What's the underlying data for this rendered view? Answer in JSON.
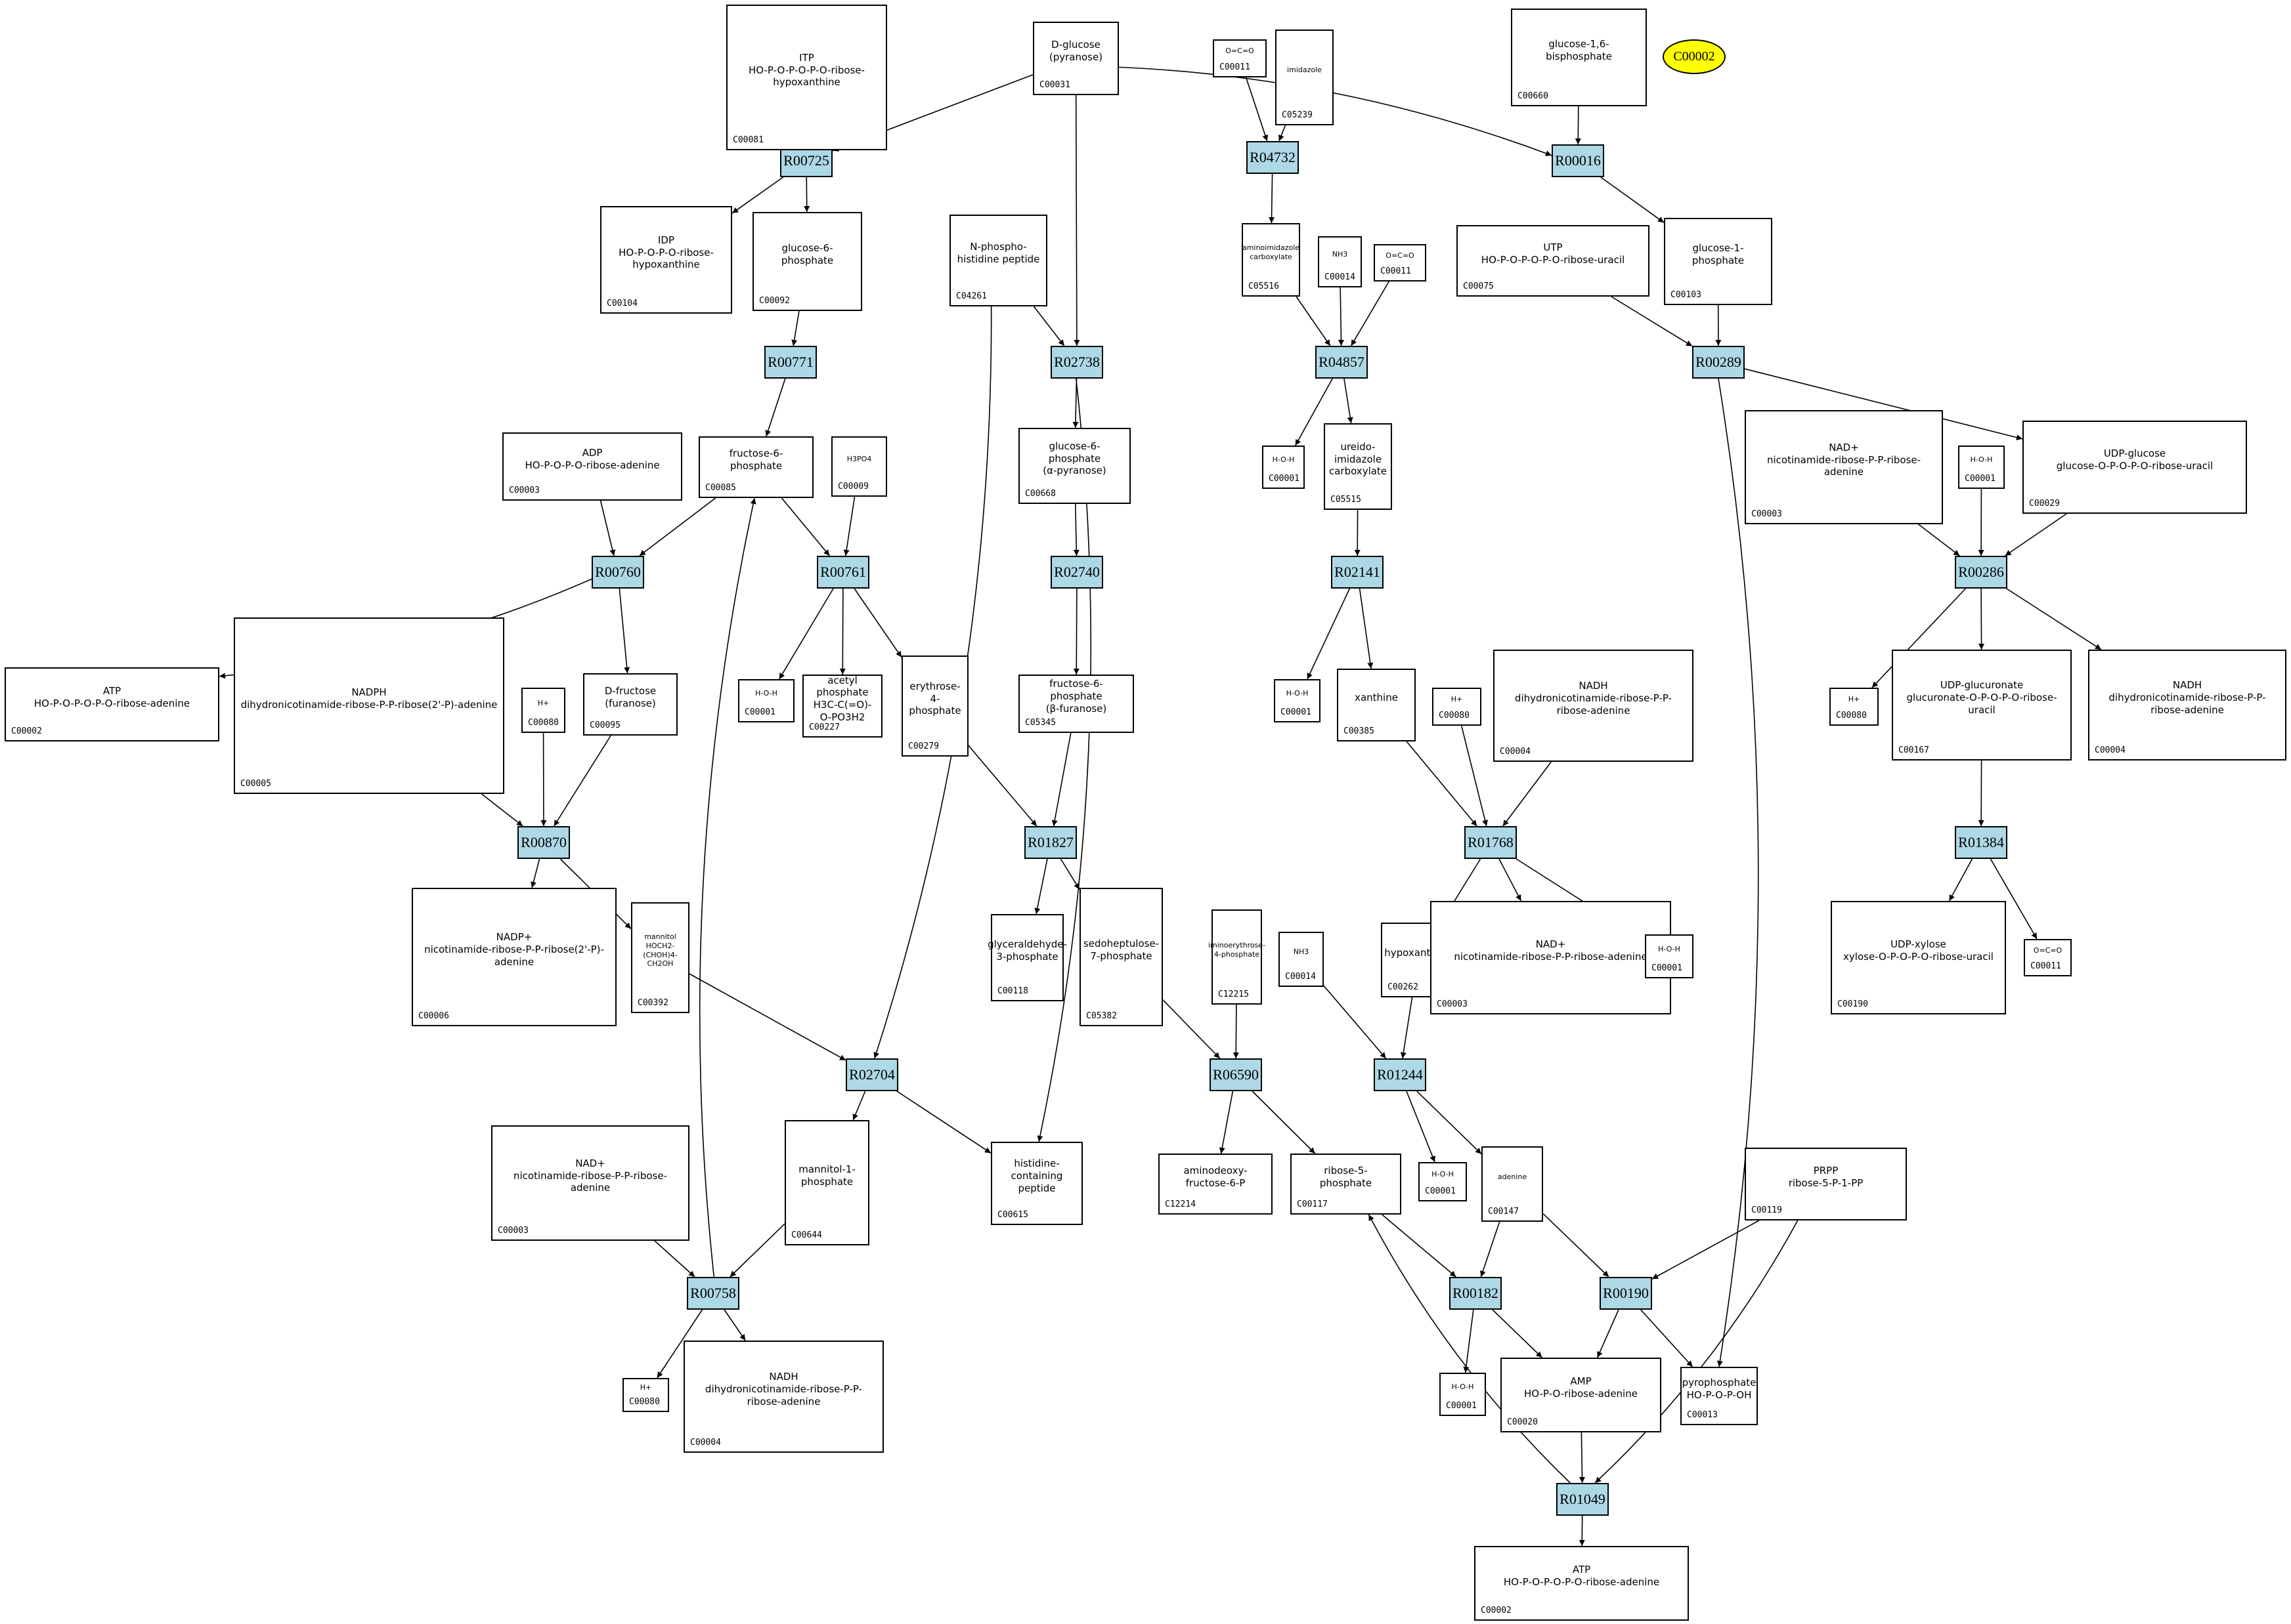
{
  "diagram": {
    "type": "metabolic-pathway-graph",
    "highlighted_compound": {
      "id": "C00002",
      "color": "#ffff00"
    },
    "reaction_color": "#add8e6",
    "reactions": [
      {
        "key": "R00725",
        "label": "R00725"
      },
      {
        "key": "R04732",
        "label": "R04732"
      },
      {
        "key": "R00016",
        "label": "R00016"
      },
      {
        "key": "R00771",
        "label": "R00771"
      },
      {
        "key": "R02738",
        "label": "R02738"
      },
      {
        "key": "R04857",
        "label": "R04857"
      },
      {
        "key": "R00289",
        "label": "R00289"
      },
      {
        "key": "R00760",
        "label": "R00760"
      },
      {
        "key": "R00761",
        "label": "R00761"
      },
      {
        "key": "R02740",
        "label": "R02740"
      },
      {
        "key": "R02141",
        "label": "R02141"
      },
      {
        "key": "R00286",
        "label": "R00286"
      },
      {
        "key": "R00870",
        "label": "R00870"
      },
      {
        "key": "R01827",
        "label": "R01827"
      },
      {
        "key": "R01768",
        "label": "R01768"
      },
      {
        "key": "R01384",
        "label": "R01384"
      },
      {
        "key": "R02704",
        "label": "R02704"
      },
      {
        "key": "R06590",
        "label": "R06590"
      },
      {
        "key": "R01244",
        "label": "R01244"
      },
      {
        "key": "R00758",
        "label": "R00758"
      },
      {
        "key": "R00182",
        "label": "R00182"
      },
      {
        "key": "R00190",
        "label": "R00190"
      },
      {
        "key": "R01049",
        "label": "R01049"
      }
    ],
    "compounds": [
      {
        "key": "c00081",
        "id": "C00081",
        "structure": "ITP\nHO-P-O-P-O-P-O-ribose-hypoxanthine"
      },
      {
        "key": "c00031",
        "id": "C00031",
        "structure": "D-glucose\n(pyranose)"
      },
      {
        "key": "c00011a",
        "id": "C00011",
        "structure": "O=C=O"
      },
      {
        "key": "c05239",
        "id": "C05239",
        "structure": "imidazole"
      },
      {
        "key": "c00660",
        "id": "C00660",
        "structure": "glucose-1,6-\nbisphosphate"
      },
      {
        "key": "c00104",
        "id": "C00104",
        "structure": "IDP\nHO-P-O-P-O-ribose-hypoxanthine"
      },
      {
        "key": "c00092",
        "id": "C00092",
        "structure": "glucose-6-\nphosphate"
      },
      {
        "key": "c04261",
        "id": "C04261",
        "structure": "N-phospho-\nhistidine peptide"
      },
      {
        "key": "c05516",
        "id": "C05516",
        "structure": "aminoimidazole\ncarboxylate"
      },
      {
        "key": "c00014a",
        "id": "C00014",
        "structure": "NH3"
      },
      {
        "key": "c00011b",
        "id": "C00011",
        "structure": "O=C=O"
      },
      {
        "key": "c00075",
        "id": "C00075",
        "structure": "UTP\nHO-P-O-P-O-P-O-ribose-uracil"
      },
      {
        "key": "c00103",
        "id": "C00103",
        "structure": "glucose-1-\nphosphate"
      },
      {
        "key": "c00003a",
        "id": "C00003",
        "structure": "ADP\nHO-P-O-P-O-ribose-adenine"
      },
      {
        "key": "c00085",
        "id": "C00085",
        "structure": "fructose-6-\nphosphate"
      },
      {
        "key": "c00009",
        "id": "C00009",
        "structure": "H3PO4"
      },
      {
        "key": "c00668",
        "id": "C00668",
        "structure": "glucose-6-phosphate\n(α-pyranose)"
      },
      {
        "key": "c00001a",
        "id": "C00001",
        "structure": "H-O-H"
      },
      {
        "key": "c05515",
        "id": "C05515",
        "structure": "ureido-imidazole\ncarboxylate"
      },
      {
        "key": "c00003b",
        "id": "C00003",
        "structure": "NAD+\nnicotinamide-ribose-P-P-ribose-adenine"
      },
      {
        "key": "c00001b",
        "id": "C00001",
        "structure": "H-O-H"
      },
      {
        "key": "c00029",
        "id": "C00029",
        "structure": "UDP-glucose\nglucose-O-P-O-P-O-ribose-uracil"
      },
      {
        "key": "c00002a",
        "id": "C00002",
        "structure": "ATP\nHO-P-O-P-O-P-O-ribose-adenine"
      },
      {
        "key": "c00005",
        "id": "C00005",
        "structure": "NADPH\ndihydronicotinamide-ribose-P-P-ribose(2'-P)-adenine"
      },
      {
        "key": "c00080a",
        "id": "C00080",
        "structure": "H+"
      },
      {
        "key": "c00095",
        "id": "C00095",
        "structure": "D-fructose\n(furanose)"
      },
      {
        "key": "c00001c",
        "id": "C00001",
        "structure": "H-O-H"
      },
      {
        "key": "c00227",
        "id": "C00227",
        "structure": "acetyl phosphate\nH3C-C(=O)-O-PO3H2"
      },
      {
        "key": "c00279",
        "id": "C00279",
        "structure": "erythrose-4-\nphosphate"
      },
      {
        "key": "c05345",
        "id": "C05345",
        "structure": "fructose-6-phosphate\n(β-furanose)"
      },
      {
        "key": "c00001d",
        "id": "C00001",
        "structure": "H-O-H"
      },
      {
        "key": "c00385",
        "id": "C00385",
        "structure": "xanthine"
      },
      {
        "key": "c00080b",
        "id": "C00080",
        "structure": "H+"
      },
      {
        "key": "c00004a",
        "id": "C00004",
        "structure": "NADH\ndihydronicotinamide-ribose-P-P-ribose-adenine"
      },
      {
        "key": "c00080c",
        "id": "C00080",
        "structure": "H+"
      },
      {
        "key": "c00167",
        "id": "C00167",
        "structure": "UDP-glucuronate\nglucuronate-O-P-O-P-O-ribose-uracil"
      },
      {
        "key": "c00004b",
        "id": "C00004",
        "structure": "NADH\ndihydronicotinamide-ribose-P-P-ribose-adenine"
      },
      {
        "key": "c00006",
        "id": "C00006",
        "structure": "NADP+\nnicotinamide-ribose-P-P-ribose(2'-P)-adenine"
      },
      {
        "key": "c00392",
        "id": "C00392",
        "structure": "mannitol\nHOCH2-(CHOH)4-CH2OH"
      },
      {
        "key": "c00118",
        "id": "C00118",
        "structure": "glyceraldehyde-\n3-phosphate"
      },
      {
        "key": "c05382",
        "id": "C05382",
        "structure": "sedoheptulose-\n7-phosphate"
      },
      {
        "key": "c12215",
        "id": "C12215",
        "structure": "iminoerythrose-\n4-phosphate"
      },
      {
        "key": "c00014b",
        "id": "C00014",
        "structure": "NH3"
      },
      {
        "key": "c00262",
        "id": "C00262",
        "structure": "hypoxanthine"
      },
      {
        "key": "c00003c",
        "id": "C00003",
        "structure": "NAD+\nnicotinamide-ribose-P-P-ribose-adenine"
      },
      {
        "key": "c00001e",
        "id": "C00001",
        "structure": "H-O-H"
      },
      {
        "key": "c00190",
        "id": "C00190",
        "structure": "UDP-xylose\nxylose-O-P-O-P-O-ribose-uracil"
      },
      {
        "key": "c00011c",
        "id": "C00011",
        "structure": "O=C=O"
      },
      {
        "key": "c00003d",
        "id": "C00003",
        "structure": "NAD+\nnicotinamide-ribose-P-P-ribose-adenine"
      },
      {
        "key": "c00644",
        "id": "C00644",
        "structure": "mannitol-1-\nphosphate"
      },
      {
        "key": "c00615",
        "id": "C00615",
        "structure": "histidine-\ncontaining peptide"
      },
      {
        "key": "c12214",
        "id": "C12214",
        "structure": "aminodeoxy-\nfructose-6-P"
      },
      {
        "key": "c00117",
        "id": "C00117",
        "structure": "ribose-5-\nphosphate"
      },
      {
        "key": "c00001f",
        "id": "C00001",
        "structure": "H-O-H"
      },
      {
        "key": "c00147",
        "id": "C00147",
        "structure": "adenine"
      },
      {
        "key": "c00119",
        "id": "C00119",
        "structure": "PRPP\nribose-5-P-1-PP"
      },
      {
        "key": "c00080d",
        "id": "C00080",
        "structure": "H+"
      },
      {
        "key": "c00004c",
        "id": "C00004",
        "structure": "NADH\ndihydronicotinamide-ribose-P-P-ribose-adenine"
      },
      {
        "key": "c00001g",
        "id": "C00001",
        "structure": "H-O-H"
      },
      {
        "key": "c00020",
        "id": "C00020",
        "structure": "AMP\nHO-P-O-ribose-adenine"
      },
      {
        "key": "c00013",
        "id": "C00013",
        "structure": "pyrophosphate\nHO-P-O-P-OH"
      },
      {
        "key": "c00002b",
        "id": "C00002",
        "structure": "ATP\nHO-P-O-P-O-P-O-ribose-adenine"
      }
    ],
    "edges": [
      [
        "c00081",
        "R00725"
      ],
      [
        "c00031",
        "R00725"
      ],
      [
        "R00725",
        "c00104"
      ],
      [
        "R00725",
        "c00092"
      ],
      [
        "c00011a",
        "R04732"
      ],
      [
        "c05239",
        "R04732"
      ],
      [
        "R04732",
        "c05516"
      ],
      [
        "c00031",
        "R00016"
      ],
      [
        "c00660",
        "R00016"
      ],
      [
        "R00016",
        "c00103"
      ],
      [
        "c00092",
        "R00771"
      ],
      [
        "R00771",
        "c00085"
      ],
      [
        "c04261",
        "R02738"
      ],
      [
        "c00031",
        "R02738"
      ],
      [
        "R02738",
        "c00668"
      ],
      [
        "R02738",
        "c00615"
      ],
      [
        "c05516",
        "R04857"
      ],
      [
        "c00014a",
        "R04857"
      ],
      [
        "c00011b",
        "R04857"
      ],
      [
        "R04857",
        "c00001a"
      ],
      [
        "R04857",
        "c05515"
      ],
      [
        "c00075",
        "R00289"
      ],
      [
        "c00103",
        "R00289"
      ],
      [
        "R00289",
        "c00029"
      ],
      [
        "R00289",
        "c00013"
      ],
      [
        "c00003a",
        "R00760"
      ],
      [
        "c00085",
        "R00760"
      ],
      [
        "R00760",
        "c00002a"
      ],
      [
        "R00760",
        "c00095"
      ],
      [
        "c00085",
        "R00761"
      ],
      [
        "c00009",
        "R00761"
      ],
      [
        "R00761",
        "c00001c"
      ],
      [
        "R00761",
        "c00227"
      ],
      [
        "R00761",
        "c00279"
      ],
      [
        "c00668",
        "R02740"
      ],
      [
        "R02740",
        "c05345"
      ],
      [
        "c05515",
        "R02141"
      ],
      [
        "R02141",
        "c00001d"
      ],
      [
        "R02141",
        "c00385"
      ],
      [
        "c00003b",
        "R00286"
      ],
      [
        "c00001b",
        "R00286"
      ],
      [
        "c00029",
        "R00286"
      ],
      [
        "R00286",
        "c00080c"
      ],
      [
        "R00286",
        "c00167"
      ],
      [
        "R00286",
        "c00004b"
      ],
      [
        "c00005",
        "R00870"
      ],
      [
        "c00080a",
        "R00870"
      ],
      [
        "c00095",
        "R00870"
      ],
      [
        "R00870",
        "c00006"
      ],
      [
        "R00870",
        "c00392"
      ],
      [
        "c00279",
        "R01827"
      ],
      [
        "c05345",
        "R01827"
      ],
      [
        "R01827",
        "c00118"
      ],
      [
        "R01827",
        "c05382"
      ],
      [
        "c00385",
        "R01768"
      ],
      [
        "c00080b",
        "R01768"
      ],
      [
        "c00004a",
        "R01768"
      ],
      [
        "R01768",
        "c00262"
      ],
      [
        "R01768",
        "c00003c"
      ],
      [
        "R01768",
        "c00001e"
      ],
      [
        "c00167",
        "R01384"
      ],
      [
        "R01384",
        "c00190"
      ],
      [
        "R01384",
        "c00011c"
      ],
      [
        "c00392",
        "R02704"
      ],
      [
        "c04261",
        "R02704"
      ],
      [
        "R02704",
        "c00644"
      ],
      [
        "R02704",
        "c00615"
      ],
      [
        "c05382",
        "R06590"
      ],
      [
        "c12215",
        "R06590"
      ],
      [
        "R06590",
        "c12214"
      ],
      [
        "R06590",
        "c00117"
      ],
      [
        "c00014b",
        "R01244"
      ],
      [
        "c00262",
        "R01244"
      ],
      [
        "R01244",
        "c00001f"
      ],
      [
        "R01244",
        "c00147"
      ],
      [
        "c00003d",
        "R00758"
      ],
      [
        "c00644",
        "R00758"
      ],
      [
        "R00758",
        "c00085"
      ],
      [
        "R00758",
        "c00080d"
      ],
      [
        "R00758",
        "c00004c"
      ],
      [
        "c00117",
        "R00182"
      ],
      [
        "c00147",
        "R00182"
      ],
      [
        "R00182",
        "c00001g"
      ],
      [
        "R00182",
        "c00020"
      ],
      [
        "c00147",
        "R00190"
      ],
      [
        "c00119",
        "R00190"
      ],
      [
        "R00190",
        "c00020"
      ],
      [
        "R00190",
        "c00013"
      ],
      [
        "c00020",
        "R01049"
      ],
      [
        "c00119",
        "R01049"
      ],
      [
        "R01049",
        "c00117"
      ],
      [
        "R01049",
        "c00002b"
      ]
    ]
  }
}
